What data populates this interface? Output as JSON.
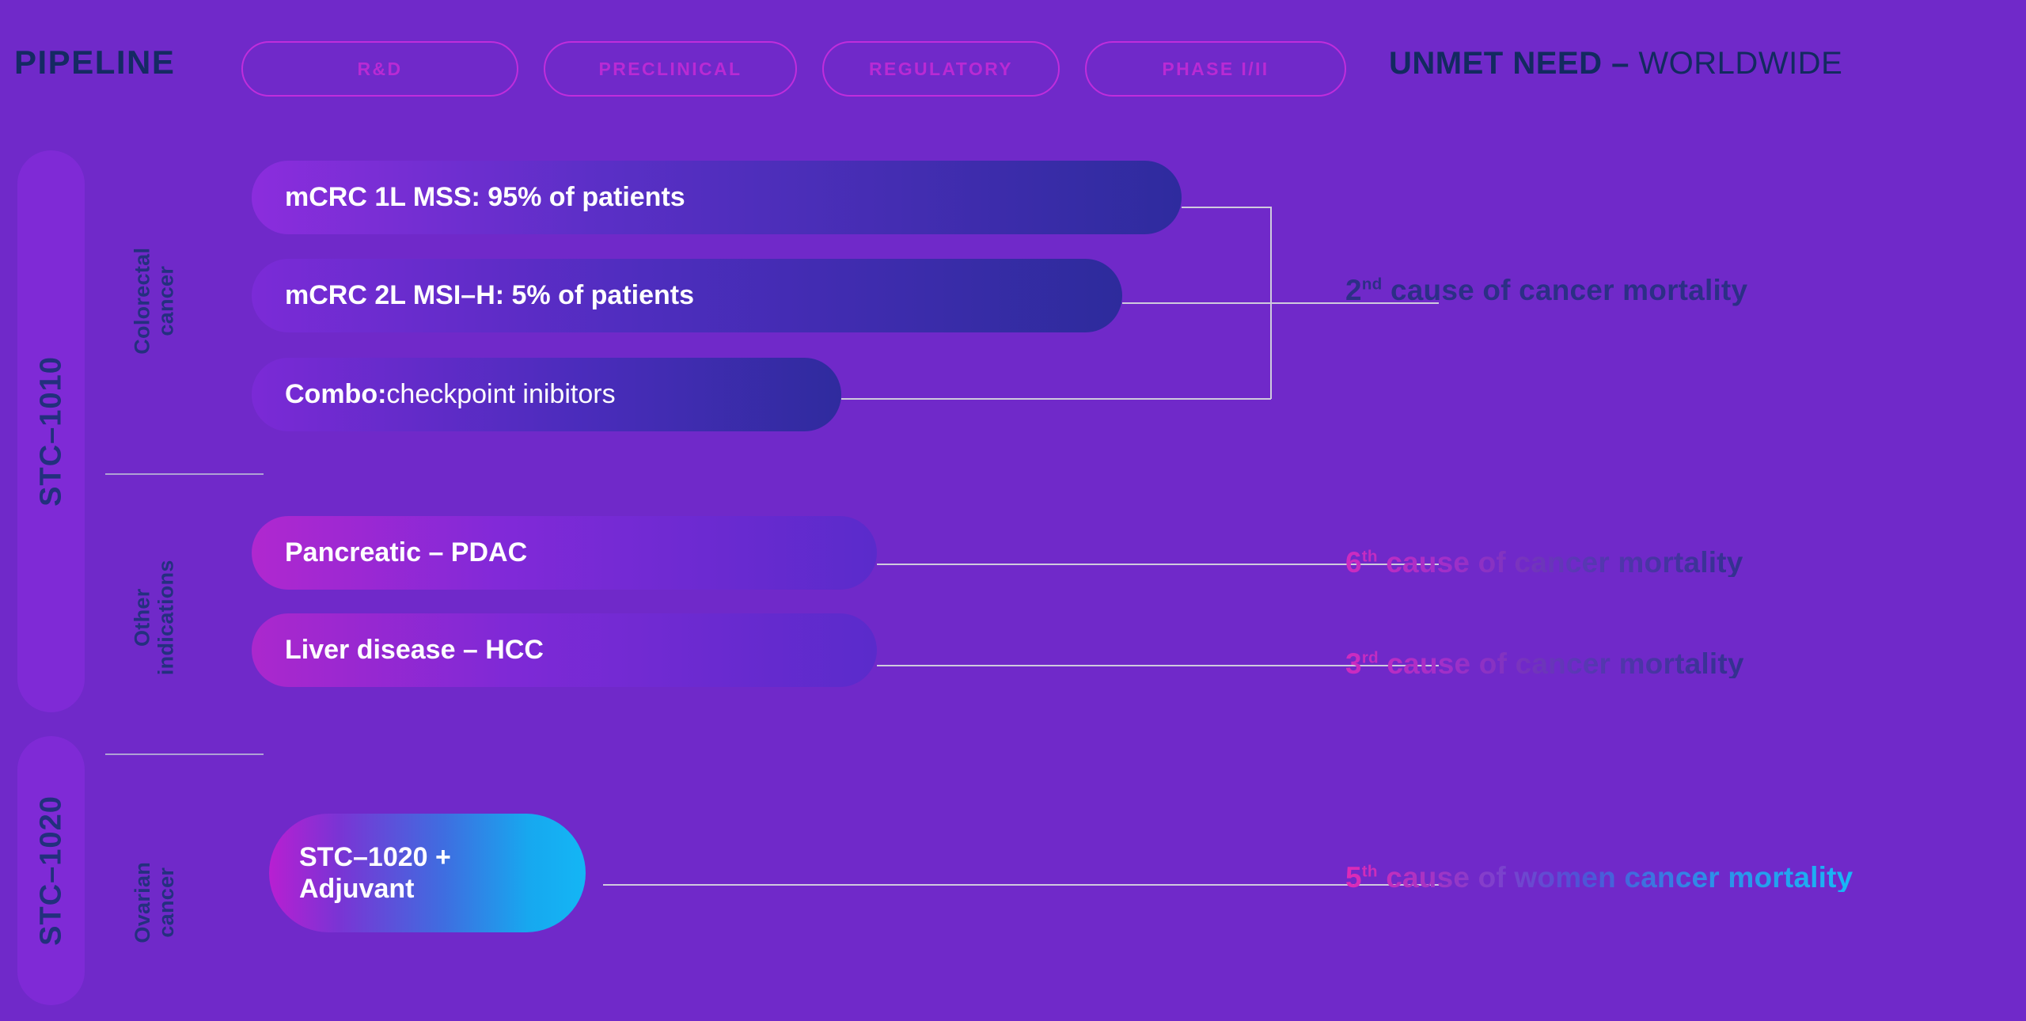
{
  "header": {
    "title": "PIPELINE",
    "stages": [
      {
        "label": "R&D"
      },
      {
        "label": "PRECLINICAL"
      },
      {
        "label": "REGULATORY"
      },
      {
        "label": "PHASE I/II"
      }
    ],
    "unmet_need_strong": "UNMET NEED –",
    "unmet_need_light": " WORLDWIDE"
  },
  "programs": [
    {
      "label": "STC–1010"
    },
    {
      "label": "STC–1020"
    }
  ],
  "indications": [
    {
      "label": "Colorectal\ncancer"
    },
    {
      "label": "Other\nindications"
    },
    {
      "label": "Ovarian\ncancer"
    }
  ],
  "bars": [
    {
      "bold": "mCRC 1L MSS: 95% of patients",
      "regular": ""
    },
    {
      "bold": "mCRC 2L MSI–H: 5% of patients",
      "regular": ""
    },
    {
      "bold": "Combo:",
      "regular": " checkpoint inibitors"
    },
    {
      "bold": "Pancreatic – PDAC",
      "regular": ""
    },
    {
      "bold": "Liver disease – HCC",
      "regular": ""
    },
    {
      "line1": "STC–1020 +",
      "line2": "Adjuvant"
    }
  ],
  "needs": [
    {
      "rank": "2",
      "ordinal": "nd",
      "text": " cause of cancer mortality"
    },
    {
      "rank": "6",
      "ordinal": "th",
      "text": " cause of cancer mortality"
    },
    {
      "rank": "3",
      "ordinal": "rd",
      "text": " cause of cancer mortality"
    },
    {
      "rank": "5",
      "ordinal": "th",
      "text": " cause of women cancer mortality"
    }
  ],
  "colors": {
    "background": "#7029c9",
    "title": "#152a63",
    "pill_outline": "#c02ddc",
    "pill_text": "#b92ad4",
    "rail": "#7f2ad6",
    "connector": "#cfcadd"
  }
}
